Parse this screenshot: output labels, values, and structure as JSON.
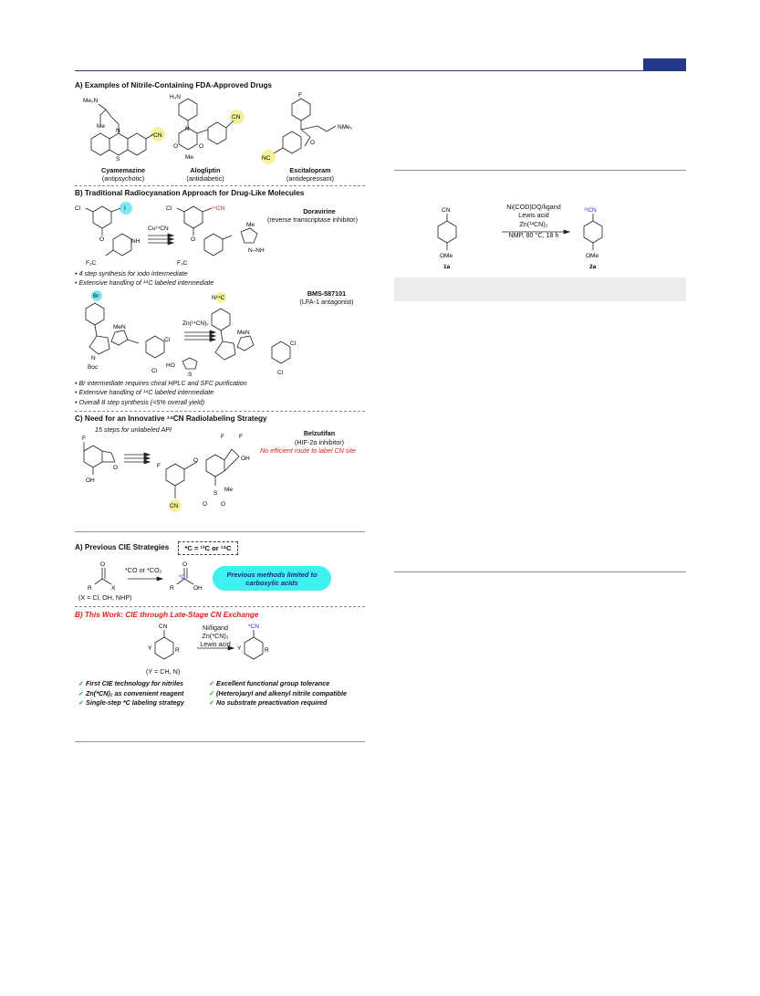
{
  "panel_left": {
    "sectionA": {
      "title": "A) Examples of Nitrile-Containing FDA-Approved Drugs",
      "drugs": [
        {
          "name": "Cyamemazine",
          "use": "(antipsychotic)"
        },
        {
          "name": "Alogliptin",
          "use": "(antidiabetic)"
        },
        {
          "name": "Escitalopram",
          "use": "(antidepressant)"
        }
      ],
      "atoms": {
        "me2n": "Me₂N",
        "me": "Me",
        "n": "N",
        "s": "S",
        "cn": "CN",
        "h2n": "H₂N",
        "o": "O",
        "f": "F",
        "nme2": "NMe₂",
        "nc": "NC"
      }
    },
    "sectionB": {
      "title": "B) Traditional Radiocyanation Approach for Drug-Like Molecules",
      "doravirine": {
        "name": "Doravirine",
        "desc": "(reverse transcriptase inhibitor)"
      },
      "reagent1": "Cu¹⁴CN",
      "labels1": {
        "cl": "Cl",
        "i": "I",
        "nh": "NH",
        "o": "O",
        "f3c": "F₃C",
        "cn14": "¹⁴CN",
        "me": "Me",
        "n": "N",
        "nh2": "N–NH"
      },
      "bullets1": [
        "• 4 step synthesis for iodo intermediate",
        "• Extensive handling of ¹⁴C labeled intermediate"
      ],
      "bms": {
        "name": "BMS-587101",
        "desc": "(LFA-1 antagonist)"
      },
      "reagent2": "Zn(¹⁴CN)₂",
      "labels2": {
        "br": "Br",
        "men": "MeN",
        "boc": "Boc",
        "n": "N",
        "cl": "Cl",
        "o": "O",
        "n14c": "N¹⁴C",
        "ho": "HO",
        "s": "S"
      },
      "bullets2": [
        "• Br intermediate requires chiral HPLC and SFC purification",
        "• Extensive handling of ¹⁴C labeled intermediate",
        "• Overall 8 step synthesis (<5% overall yield)"
      ]
    },
    "sectionC": {
      "title": "C) Need for an Innovative ¹⁴CN Radiolabeling Strategy",
      "steps": "15 steps for unlabeled API",
      "belzutifan": {
        "name": "Belzutifan",
        "desc": "(HIF-2α inhibitor)",
        "note": "No efficient route to label CN site"
      },
      "labels": {
        "f": "F",
        "oh": "OH",
        "o": "O",
        "cn": "CN",
        "me": "Me",
        "s": "S"
      }
    }
  },
  "panel_left2": {
    "sectionA": {
      "title": "A) Previous CIE Strategies",
      "legend": "*C = ¹³C or ¹⁴C",
      "reagent": "*CO or *CO₂",
      "scope": "(X = Cl, OH, NHP)",
      "pill": "Previous methods limited to carboxylic acids",
      "labels": {
        "o": "O",
        "r": "R",
        "x": "X",
        "c": "*C",
        "oh": "OH"
      }
    },
    "sectionB": {
      "title": "B) This Work: CIE through Late-Stage CN Exchange",
      "reagent_lines": [
        "Ni/ligand",
        "Zn(*CN)₂",
        "Lewis acid"
      ],
      "scope": "(Y = CH, N)",
      "labels": {
        "cn": "CN",
        "y": "Y",
        "r": "R",
        "cn_star": "*CN"
      },
      "features_left": [
        "First CIE technology for nitriles",
        "Zn(*CN)₂ as convenient reagent",
        "Single-step *C labeling strategy"
      ],
      "features_right": [
        "Excellent functional group tolerance",
        "(Hetero)aryl and alkenyl nitrile compatible",
        "No substrate preactivation required"
      ]
    }
  },
  "panel_right": {
    "scheme": {
      "reagent_lines": [
        "Ni(COD)DQ/ligand",
        "Lewis acid",
        "Zn(¹³CN)₂",
        "NMP, 80 °C, 18 h"
      ],
      "start": {
        "label": "1a",
        "top": "CN",
        "bottom": "OMe"
      },
      "product": {
        "label": "2a",
        "top": "¹³CN",
        "bottom": "OMe"
      }
    }
  },
  "colors": {
    "rule": "#2b3a7a",
    "highlight_yellow": "#f4f29a",
    "highlight_cyan": "#7fe8f0",
    "red": "#e0201b",
    "blue": "#1a2ad0",
    "check": "#1fa11f"
  }
}
